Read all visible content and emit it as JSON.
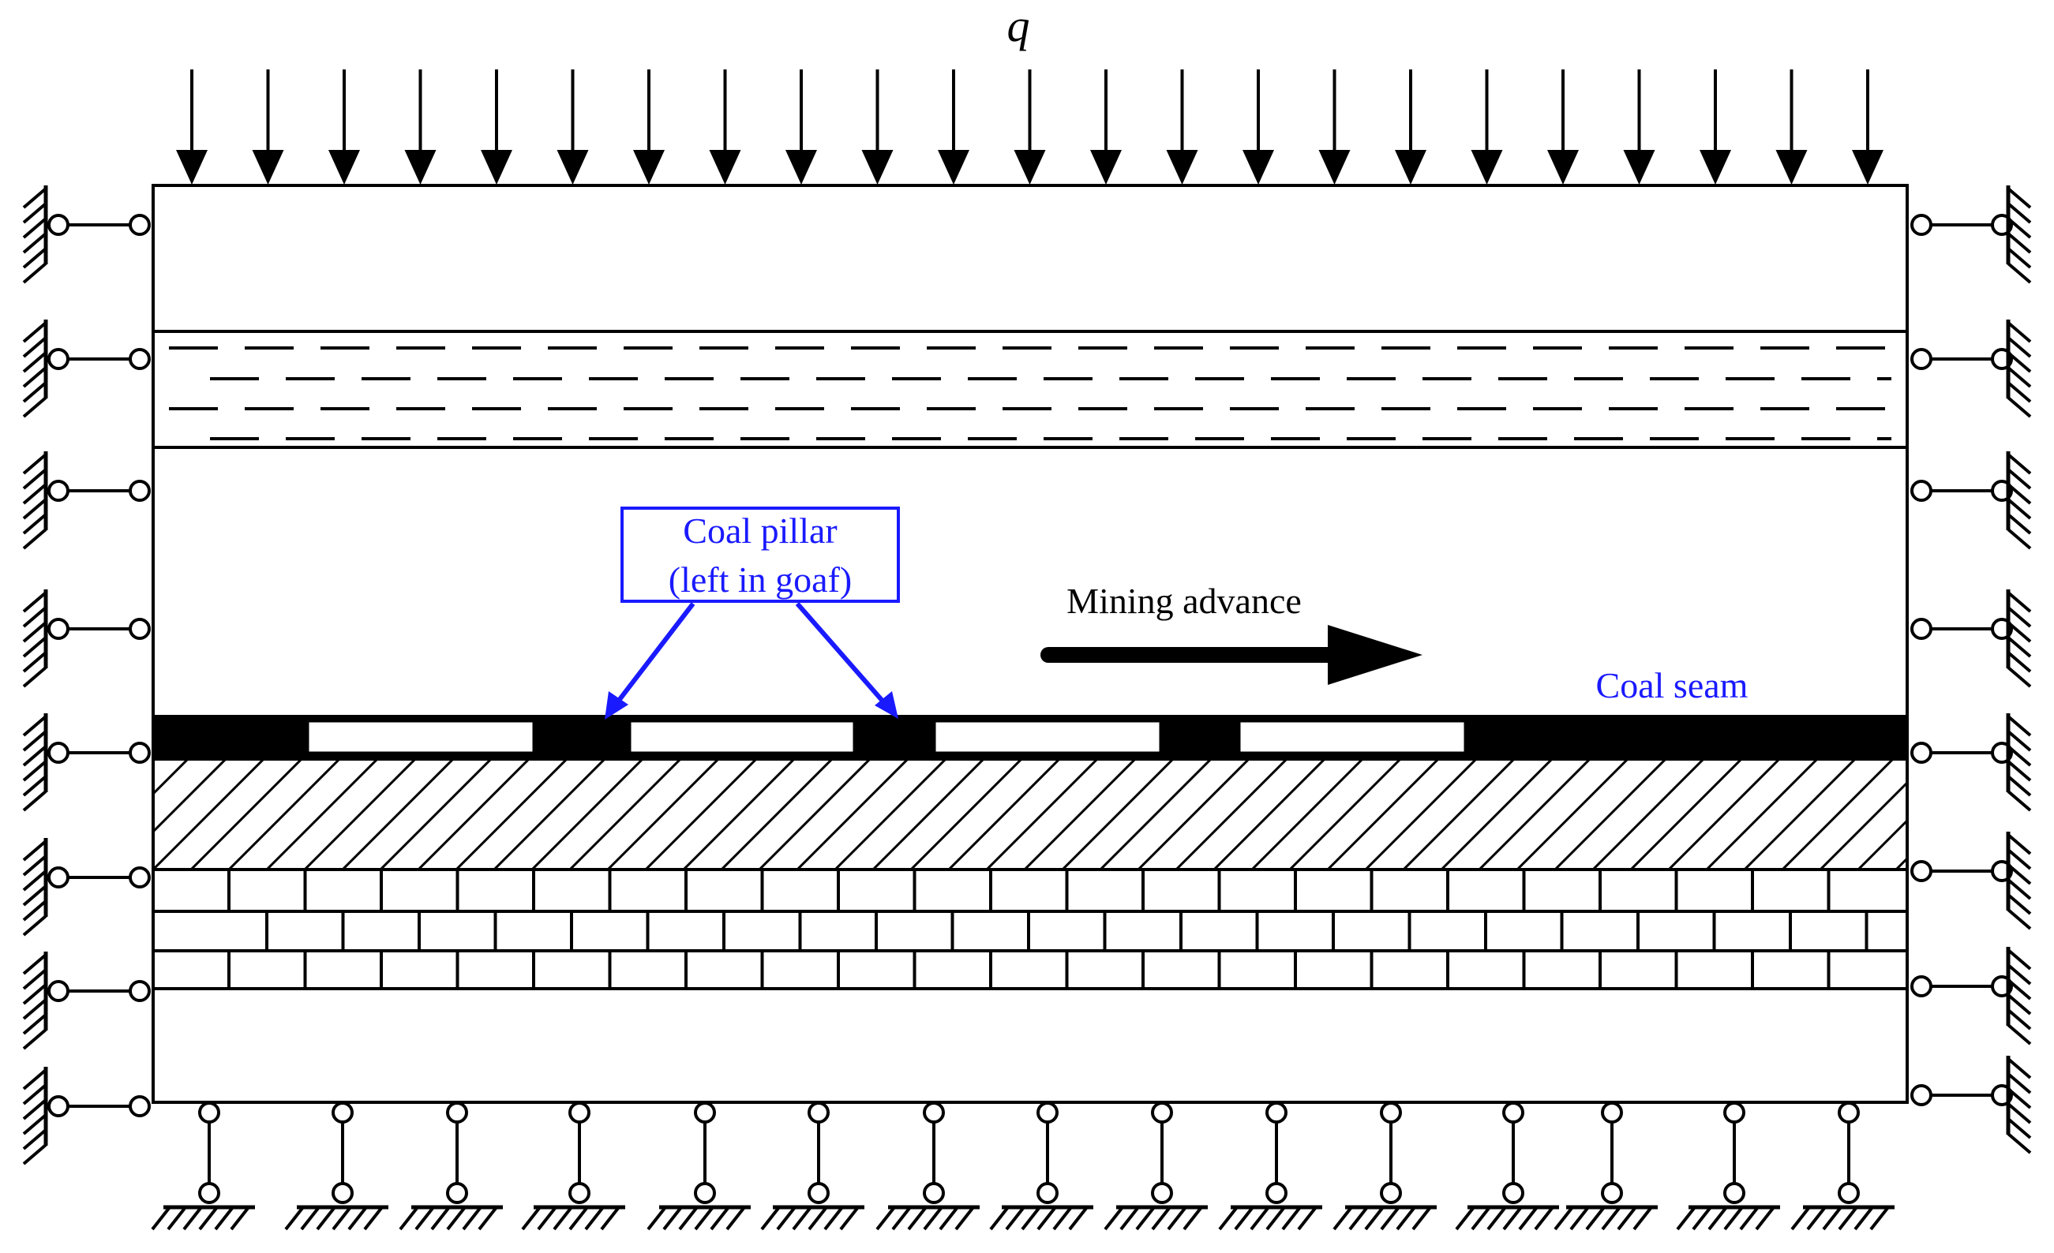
{
  "labels": {
    "load": "q",
    "pillar_line1": "Coal pillar",
    "pillar_line2": "(left in goaf)",
    "mining_advance": "Mining advance",
    "coal_seam": "Coal seam"
  },
  "colors": {
    "line": "#000000",
    "annotation": "#1a1aff",
    "coal": "#000000",
    "goaf": "#ffffff"
  },
  "icons": {
    "load_arrow": "down-arrow-icon",
    "side_support": "roller-support-icon",
    "bottom_support": "pinned-support-icon"
  }
}
